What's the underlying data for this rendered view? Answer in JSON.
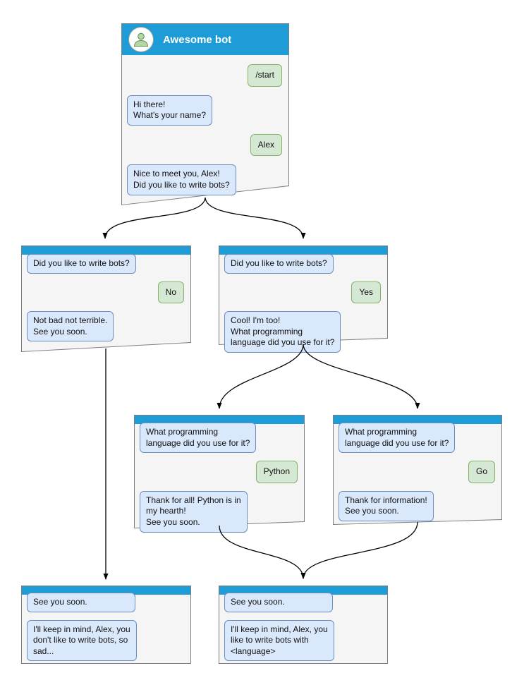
{
  "colors": {
    "header_blue": "#1e9cd7",
    "window_bg": "#f5f5f5",
    "window_border": "#7f7f7f",
    "bot_bubble_bg": "#dae8fc",
    "bot_bubble_border": "#6c8ebf",
    "user_bubble_bg": "#d5e8d4",
    "user_bubble_border": "#82b366"
  },
  "windows": [
    {
      "id": "main",
      "title": "Awesome bot",
      "messages": [
        {
          "side": "user",
          "text": "/start"
        },
        {
          "side": "bot",
          "text": "Hi there!\nWhat's your name?"
        },
        {
          "side": "user",
          "text": "Alex"
        },
        {
          "side": "bot",
          "text": "Nice to meet you, Alex!\nDid you like to write bots?"
        }
      ]
    },
    {
      "id": "branch-no",
      "messages": [
        {
          "side": "bot",
          "text": "Did you like to write bots?"
        },
        {
          "side": "user",
          "text": "No"
        },
        {
          "side": "bot",
          "text": "Not bad not terrible.\nSee you soon."
        }
      ]
    },
    {
      "id": "branch-yes",
      "messages": [
        {
          "side": "bot",
          "text": "Did you like to write bots?"
        },
        {
          "side": "user",
          "text": "Yes"
        },
        {
          "side": "bot",
          "text": "Cool! I'm too!\nWhat programming\nlanguage did you use for it?"
        }
      ]
    },
    {
      "id": "branch-python",
      "messages": [
        {
          "side": "bot",
          "text": "What programming\nlanguage did you use for it?"
        },
        {
          "side": "user",
          "text": "Python"
        },
        {
          "side": "bot",
          "text": "Thank for all! Python is in\nmy hearth!\nSee you soon."
        }
      ]
    },
    {
      "id": "branch-go",
      "messages": [
        {
          "side": "bot",
          "text": "What programming\nlanguage did you use for it?"
        },
        {
          "side": "user",
          "text": "Go"
        },
        {
          "side": "bot",
          "text": "Thank for information!\nSee you soon."
        }
      ]
    },
    {
      "id": "end-no",
      "messages": [
        {
          "side": "bot",
          "text": "See you soon."
        },
        {
          "side": "bot",
          "text": "I'll keep in mind, Alex, you\ndon't like to write bots, so\nsad..."
        }
      ]
    },
    {
      "id": "end-yes",
      "messages": [
        {
          "side": "bot",
          "text": "See you soon."
        },
        {
          "side": "bot",
          "text": "I'll keep in mind, Alex, you\nlike to write bots with\n<language>"
        }
      ]
    }
  ]
}
